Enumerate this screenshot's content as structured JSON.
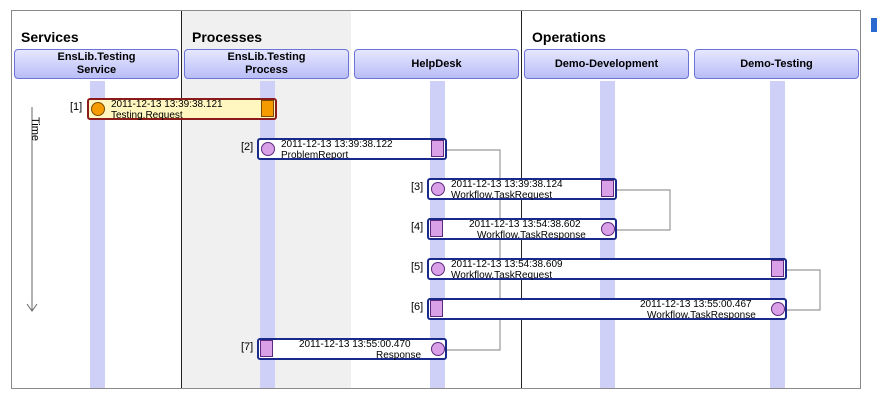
{
  "groups": {
    "services": "Services",
    "processes": "Processes",
    "operations": "Operations"
  },
  "lanes": [
    {
      "label": "EnsLib.Testing\nService"
    },
    {
      "label": "EnsLib.Testing\nProcess"
    },
    {
      "label": "HelpDesk"
    },
    {
      "label": "Demo-Development"
    },
    {
      "label": "Demo-Testing"
    }
  ],
  "time_axis": {
    "label": "Time"
  },
  "messages": [
    {
      "index": "[1]",
      "time": "2011-12-13 13:39:38.121",
      "name": "Testing.Request",
      "direction": "request",
      "selected": true
    },
    {
      "index": "[2]",
      "time": "2011-12-13 13:39:38.122",
      "name": "ProblemReport",
      "direction": "request",
      "selected": false
    },
    {
      "index": "[3]",
      "time": "2011-12-13 13:39:38.124",
      "name": "Workflow.TaskRequest",
      "direction": "request",
      "selected": false
    },
    {
      "index": "[4]",
      "time": "2011-12-13 13:54:38.602",
      "name": "Workflow.TaskResponse",
      "direction": "response",
      "selected": false
    },
    {
      "index": "[5]",
      "time": "2011-12-13 13:54:38.609",
      "name": "Workflow.TaskRequest",
      "direction": "request",
      "selected": false
    },
    {
      "index": "[6]",
      "time": "2011-12-13 13:55:00.467",
      "name": "Workflow.TaskResponse",
      "direction": "response",
      "selected": false
    },
    {
      "index": "[7]",
      "time": "2011-12-13 13:55:00.470",
      "name": "Response",
      "direction": "response",
      "selected": false
    }
  ],
  "colors": {
    "request_arrow": "#2323d8",
    "response_arrow": "#1a9a1a",
    "lane_strip": "#cfd0f8",
    "selected_border": "#8b1a1a",
    "selected_fill": "#fff7bf",
    "endpoint": "#d9a0e8",
    "endpoint_selected": "#f59b00"
  }
}
